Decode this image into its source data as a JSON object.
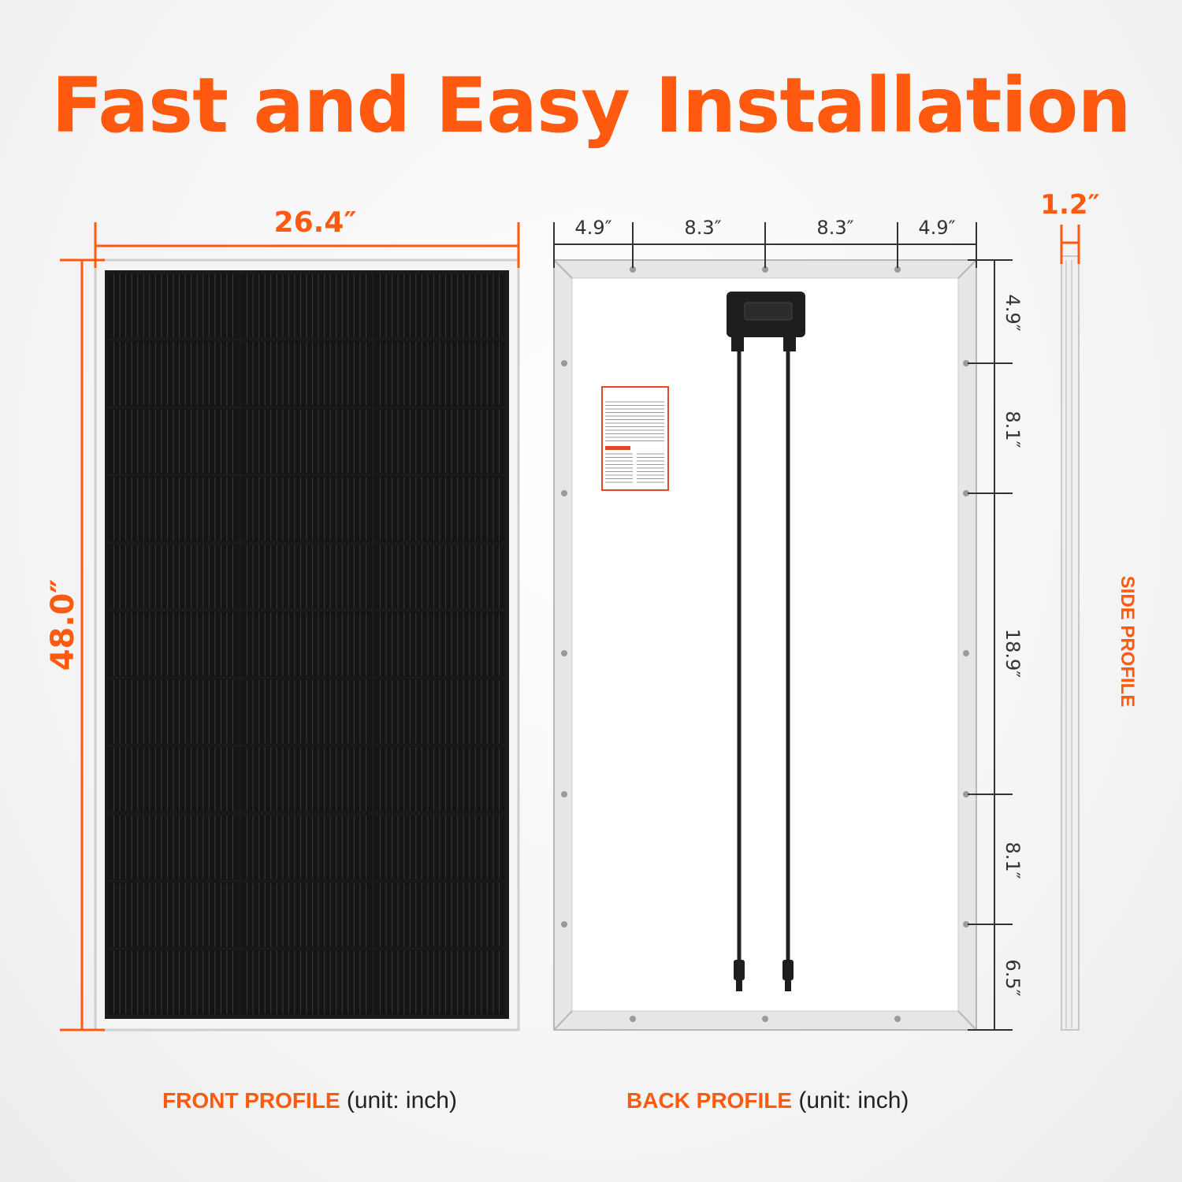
{
  "title": "Fast and Easy Installation",
  "colors": {
    "accent": "#ff5a0f",
    "panel_cell": "#1b1b1b",
    "frame": "#d9d9d9"
  },
  "front": {
    "width_label": "26.4″",
    "height_label": "48.0″",
    "caption_highlight": "FRONT PROFILE",
    "caption_rest": " (unit: inch)"
  },
  "back": {
    "top_labels": [
      "4.9″",
      "8.3″",
      "8.3″",
      "4.9″"
    ],
    "right_labels": [
      "4.9″",
      "8.1″",
      "18.9″",
      "8.1″",
      "6.5″"
    ],
    "caption_highlight": "BACK PROFILE",
    "caption_rest": " (unit: inch)"
  },
  "side": {
    "thickness_label": "1.2″",
    "label": "SIDE PROFILE"
  }
}
